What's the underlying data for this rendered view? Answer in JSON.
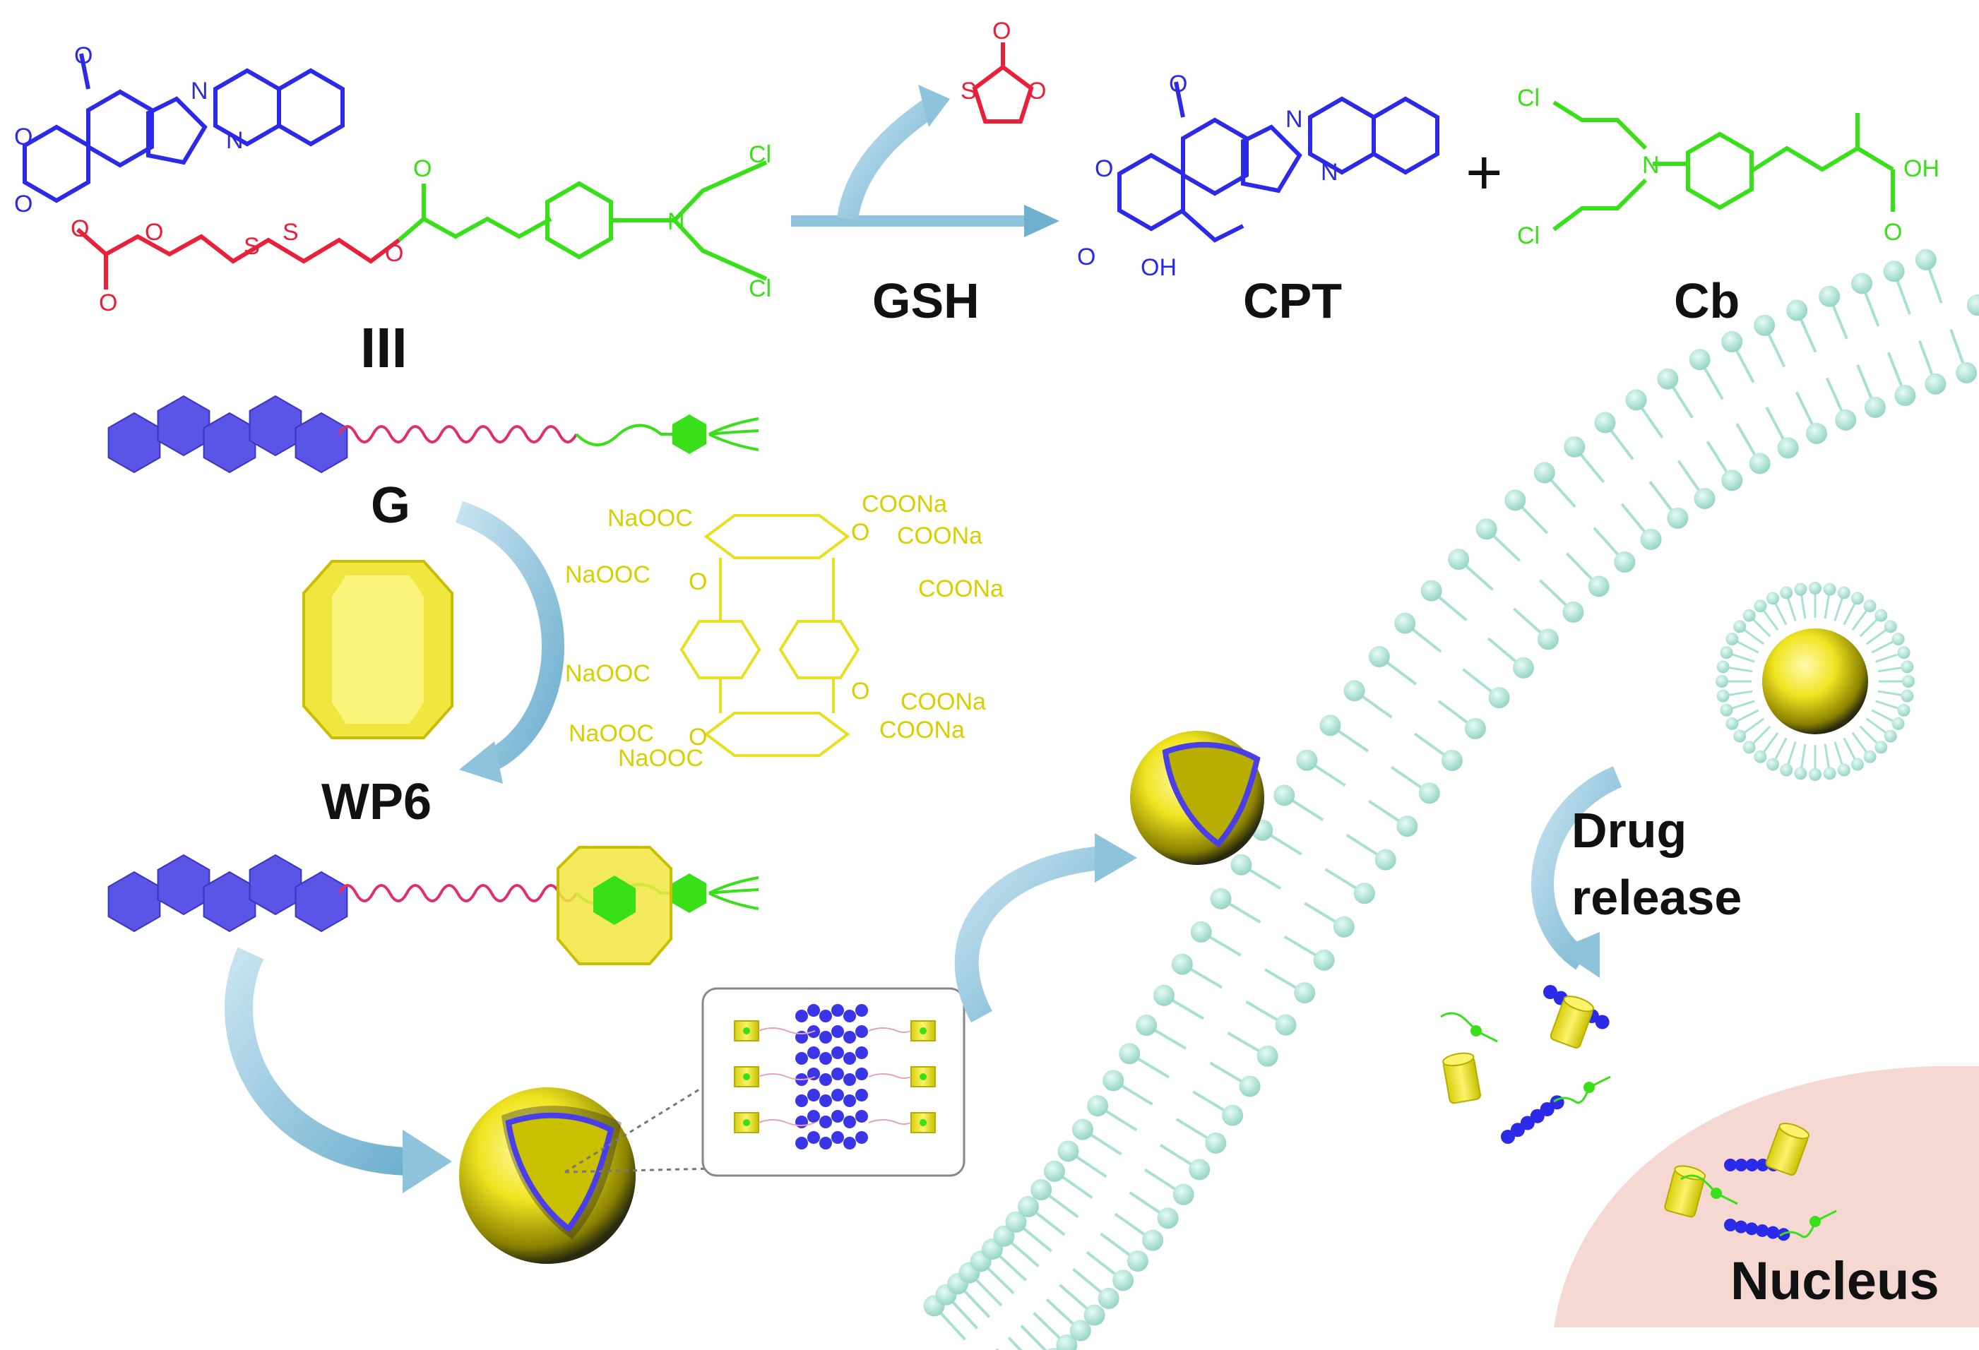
{
  "scheme": {
    "reactant_label": "III",
    "reagent_label": "GSH",
    "product1_label": "CPT",
    "plus_sign": "+",
    "product2_label": "Cb"
  },
  "assembly": {
    "guest_label": "G",
    "host_label": "WP6"
  },
  "cell": {
    "drug_release_line1": "Drug",
    "drug_release_line2": "release",
    "nucleus_label": "Nucleus"
  },
  "atoms": {
    "O": "O",
    "N": "N",
    "S": "S",
    "Cl": "Cl",
    "OH": "OH",
    "COONa": "COONa",
    "NaOOC": "NaOOC"
  },
  "colors": {
    "camptothecin": "#2a2ae8",
    "linker": "#e8203a",
    "chlorambucil": "#39e01a",
    "host": "#eaea2a",
    "membrane": "#a8e0d4",
    "arrow": "#8ec3dc",
    "nucleus": "#f6d8d2"
  }
}
